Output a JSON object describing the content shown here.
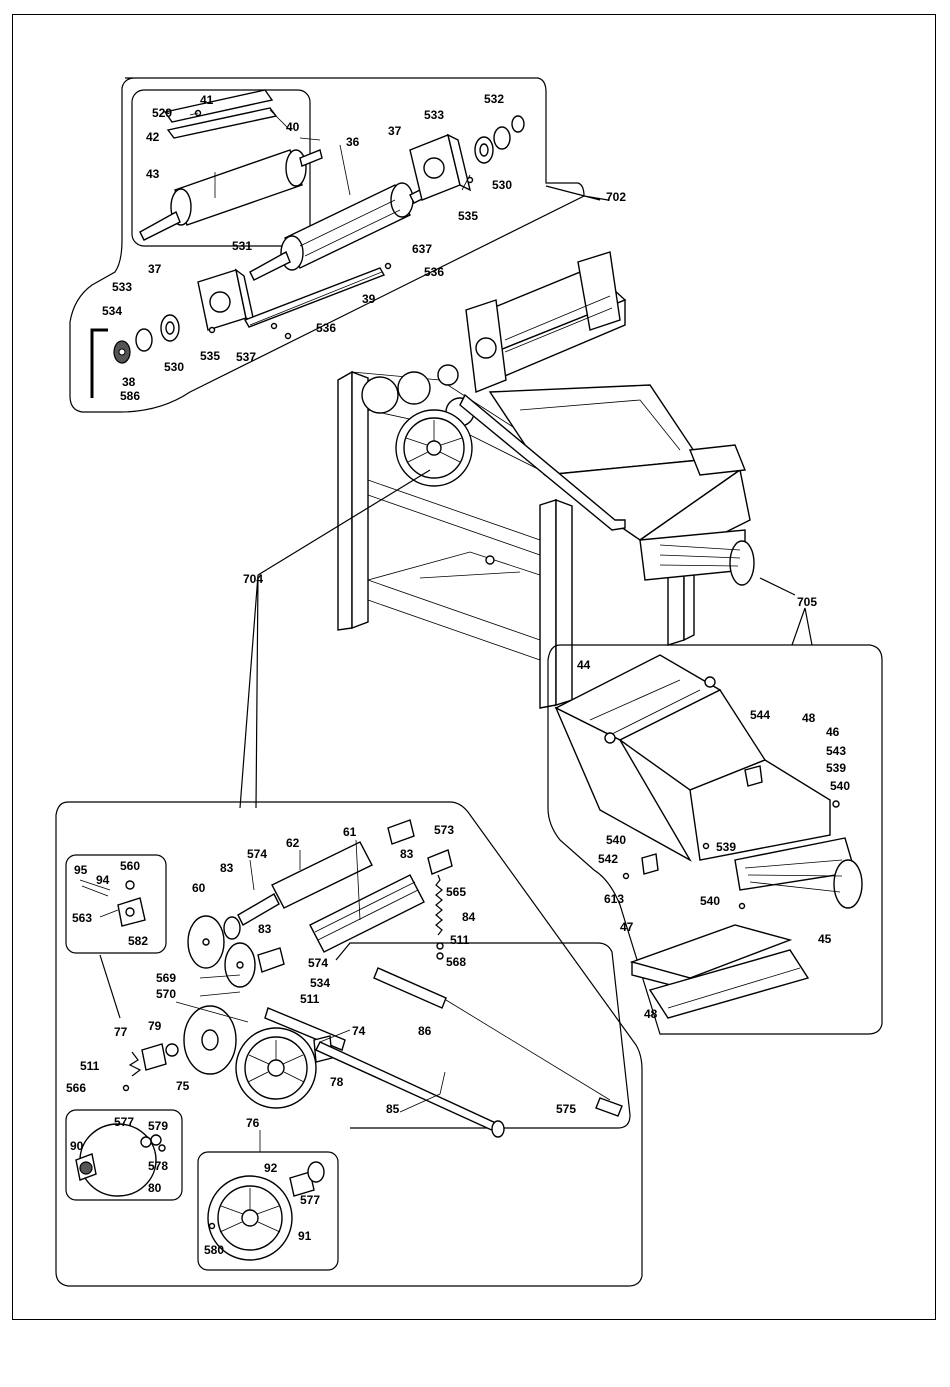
{
  "labels": {
    "l529": "529",
    "l41": "41",
    "l40": "40",
    "l42": "42",
    "l36": "36",
    "l43": "43",
    "l37a": "37",
    "l533a": "533",
    "l532": "532",
    "l530a": "530",
    "l535a": "535",
    "l702": "702",
    "l531": "531",
    "l637": "637",
    "l536a": "536",
    "l37b": "37",
    "l39": "39",
    "l533b": "533",
    "l534a": "534",
    "l536b": "536",
    "l530b": "530",
    "l535b": "535",
    "l537": "537",
    "l38": "38",
    "l586": "586",
    "l704": "704",
    "l705": "705",
    "l44": "44",
    "l544": "544",
    "l48a": "48",
    "l46": "46",
    "l543": "543",
    "l539a": "539",
    "l540a": "540",
    "l540b": "540",
    "l539b": "539",
    "l542": "542",
    "l613": "613",
    "l540c": "540",
    "l47": "47",
    "l45": "45",
    "l48b": "48",
    "l95": "95",
    "l560": "560",
    "l94": "94",
    "l563": "563",
    "l582": "582",
    "l574a": "574",
    "l62": "62",
    "l61": "61",
    "l573": "573",
    "l83a": "83",
    "l83b": "83",
    "l60": "60",
    "l83c": "83",
    "l565": "565",
    "l84": "84",
    "l511a": "511",
    "l568": "568",
    "l574b": "574",
    "l534b": "534",
    "l569": "569",
    "l570": "570",
    "l511b": "511",
    "l86": "86",
    "l74": "74",
    "l77": "77",
    "l79": "79",
    "l511c": "511",
    "l566": "566",
    "l75": "75",
    "l78": "78",
    "l85": "85",
    "l575": "575",
    "l577a": "577",
    "l579": "579",
    "l90": "90",
    "l578": "578",
    "l80": "80",
    "l76": "76",
    "l92": "92",
    "l577b": "577",
    "l580": "580",
    "l91": "91"
  }
}
